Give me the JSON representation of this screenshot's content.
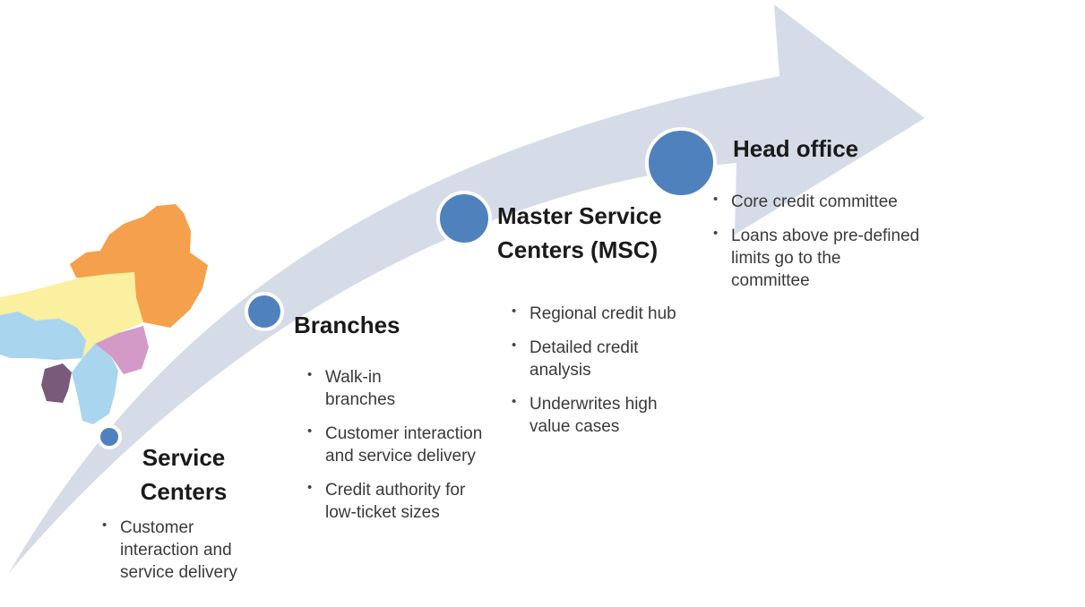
{
  "colors": {
    "arrow": "#d6dbe8",
    "node_fill": "#4f81bd",
    "node_stroke": "#ffffff",
    "map_orange": "#f5a04c",
    "map_yellow": "#fbf0a0",
    "map_blue": "#a9d5ee",
    "map_pink": "#d39ac8",
    "map_purple": "#7a5a7a"
  },
  "stages": [
    {
      "title": "Service Centers",
      "bullets": [
        "Customer interaction and service delivery"
      ]
    },
    {
      "title": "Branches",
      "bullets": [
        "Walk-in branches",
        "Customer interaction and service delivery",
        "Credit authority for low-ticket sizes"
      ]
    },
    {
      "title": "Master Service Centers (MSC)",
      "bullets": [
        "Regional credit hub",
        "Detailed credit analysis",
        "Underwrites high value cases"
      ]
    },
    {
      "title": "Head office",
      "bullets": [
        "Core credit committee",
        "Loans above pre-defined limits go to the committee"
      ]
    }
  ]
}
